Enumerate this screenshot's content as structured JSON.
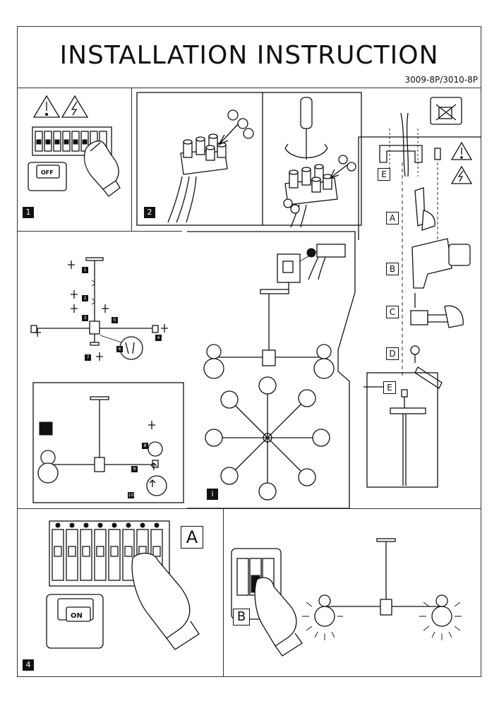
{
  "header": {
    "title": "INSTALLATION INSTRUCTION",
    "model": "3009-8P/3010-8P"
  },
  "steps": {
    "s1": "1",
    "s2": "2",
    "s4": "4",
    "info": "i",
    "parts": [
      "1",
      "2",
      "3",
      "4",
      "5",
      "6",
      "7",
      "8",
      "9",
      "10"
    ]
  },
  "letters": {
    "a": "A",
    "b": "B",
    "c": "C",
    "d": "D",
    "e": "E"
  },
  "switch_labels": {
    "off": "OFF",
    "on": "ON"
  }
}
